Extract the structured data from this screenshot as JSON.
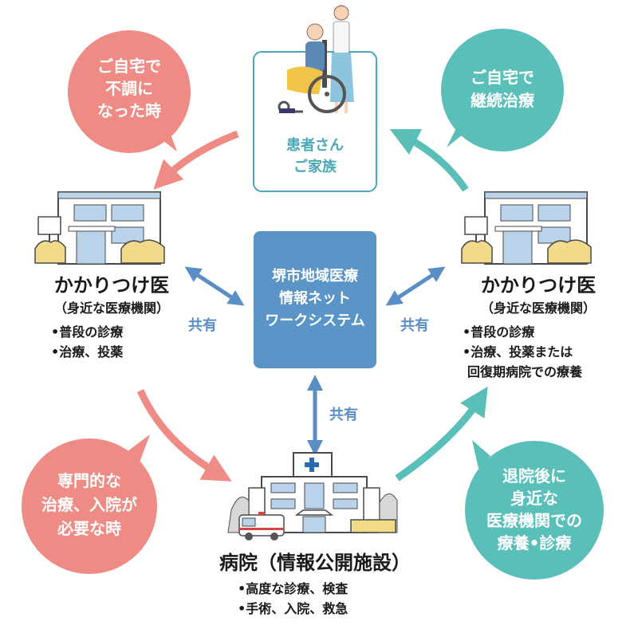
{
  "patient": {
    "line1": "患者さん",
    "line2": "ご家族"
  },
  "center": {
    "line1": "堺市地域医療",
    "line2": "情報ネット",
    "line3": "ワークシステム"
  },
  "share_label": "共有",
  "left_clinic": {
    "title": "かかりつけ医",
    "subtitle": "（身近な医療機関）",
    "items": [
      "•普段の診療",
      "•治療、投薬"
    ]
  },
  "right_clinic": {
    "title": "かかりつけ医",
    "subtitle": "（身近な医療機関）",
    "items": [
      "•普段の診療",
      "•治療、投薬または",
      "回復期病院での療養"
    ]
  },
  "hospital": {
    "title": "病院（情報公開施設）",
    "items": [
      "•高度な診療、検査",
      "•手術、入院、救急"
    ]
  },
  "bubbles": {
    "top_left": [
      "ご自宅で",
      "不調に",
      "なった時"
    ],
    "top_right": [
      "ご自宅で",
      "継続治療"
    ],
    "bottom_left": [
      "専門的な",
      "治療、入院が",
      "必要な時"
    ],
    "bottom_right": [
      "退院後に",
      "身近な",
      "医療機関での",
      "療養•診療"
    ]
  },
  "colors": {
    "salmon": "#ee8b84",
    "teal": "#5bbfb9",
    "center_blue": "#5b95c8",
    "share_blue": "#5a8ec4",
    "patient_teal": "#4aa7b7"
  }
}
